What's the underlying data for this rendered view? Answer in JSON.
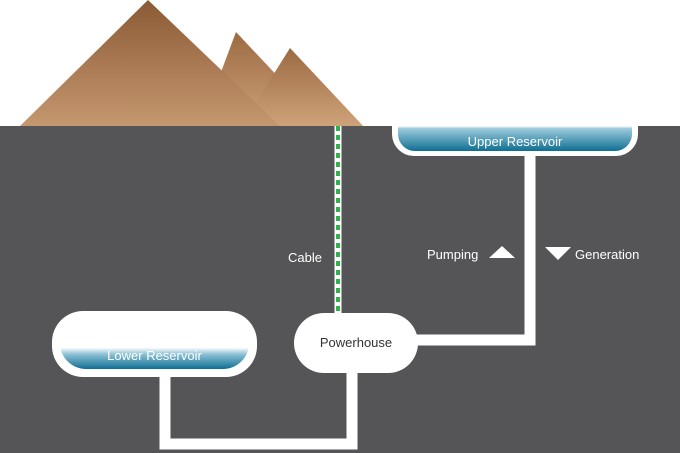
{
  "labels": {
    "upper_reservoir": "Upper Reservoir",
    "lower_reservoir": "Lower Reservoir",
    "powerhouse": "Powerhouse",
    "cable": "Cable",
    "pumping": "Pumping",
    "generation": "Generation"
  },
  "colors": {
    "ground": "#555557",
    "mountain_light": "#b9865e",
    "mountain_dark": "#8a5a34",
    "pipe": "#ffffff",
    "cable": "#2fb24a",
    "water_dark": "#0e6f93",
    "water_light": "#ffffff"
  }
}
